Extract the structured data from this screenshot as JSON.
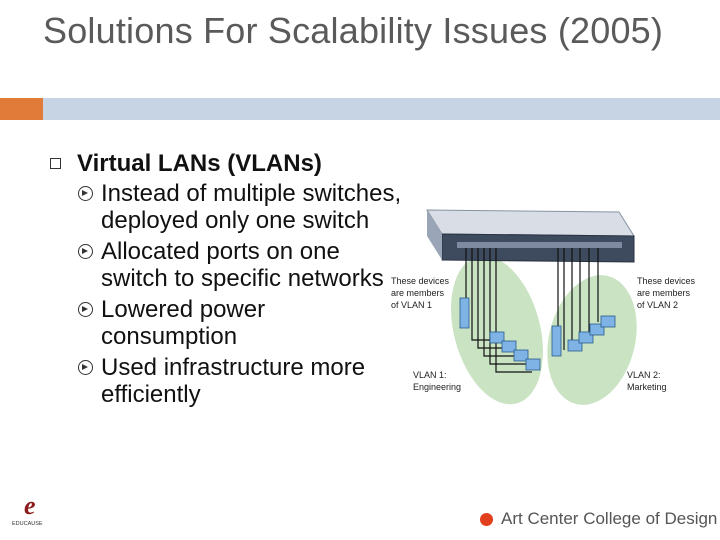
{
  "slide": {
    "title": "Solutions For Scalability Issues (2005)"
  },
  "content": {
    "bullet": "Virtual LANs (VLANs)",
    "sub_items": [
      "Instead of multiple switches, deployed only one switch",
      "Allocated ports on one switch to specific networks",
      "Lowered power consumption",
      "Used infrastructure more efficiently"
    ]
  },
  "diagram": {
    "left_note": [
      "These devices",
      "are members",
      "of VLAN 1"
    ],
    "right_note": [
      "These devices",
      "are members",
      "of VLAN 2"
    ],
    "vlan1": [
      "VLAN 1:",
      "Engineering"
    ],
    "vlan2": [
      "VLAN 2:",
      "Marketing"
    ]
  },
  "footer": {
    "logo_left_text": "EDUCAUSE",
    "brand": "Art Center College of Design",
    "brand_color": "#e2401c",
    "accent_color": "#e07b39"
  }
}
